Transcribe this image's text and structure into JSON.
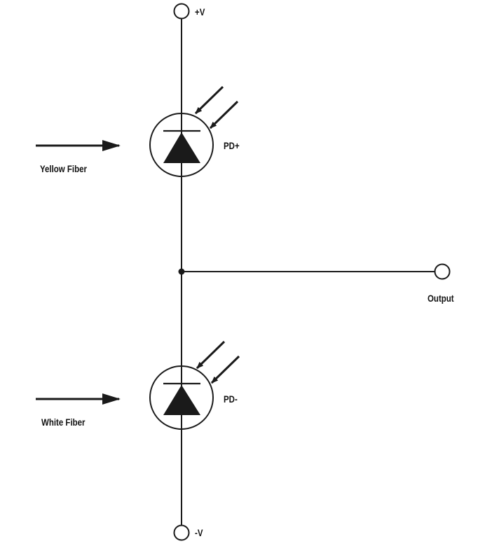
{
  "labels": {
    "supply_positive": "+V",
    "supply_negative": "-V",
    "photodiode_positive": "PD+",
    "photodiode_negative": "PD-",
    "yellow_fiber": "Yellow Fiber",
    "white_fiber": "White Fiber",
    "output": "Output"
  },
  "colors": {
    "stroke": "#1a1a1a",
    "background": "#ffffff"
  }
}
